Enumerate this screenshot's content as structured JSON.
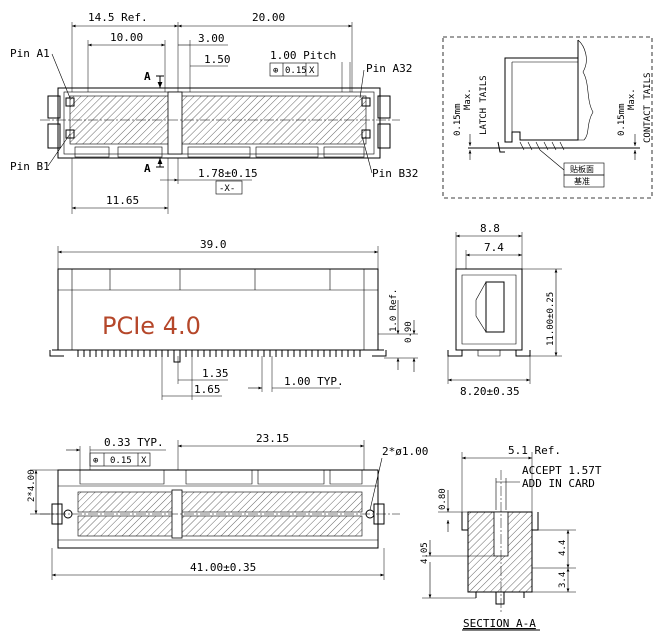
{
  "top_view": {
    "dim_14_5": "14.5 Ref.",
    "dim_20": "20.00",
    "dim_10": "10.00",
    "dim_3": "3.00",
    "dim_1_5": "1.50",
    "pitch": "1.00 Pitch",
    "tol_symbol": "⊕",
    "tol_value": "0.15",
    "tol_datum": "X",
    "section_mark": "A",
    "pin_a1": "Pin A1",
    "pin_a32": "Pin A32",
    "pin_b1": "Pin B1",
    "pin_b32": "Pin B32",
    "dim_1_78": "1.78±0.15",
    "datum_x": "-X-",
    "dim_11_65": "11.65"
  },
  "detail_view": {
    "latch_max": "0.15mm",
    "latch_max2": "Max.",
    "latch_tails": "LATCH TAILS",
    "contact_max": "0.15mm",
    "contact_max2": "Max.",
    "contact_tails": "CONTACT TAILS",
    "label_cn1": "贴板面",
    "label_cn2": "基准"
  },
  "side_view": {
    "dim_39": "39.0",
    "logo": "PCIe 4.0",
    "dim_1_ref": "1.0 Ref.",
    "dim_0_90": "0.90",
    "dim_1_35": "1.35",
    "dim_1_65": "1.65",
    "dim_1_typ": "1.00 TYP."
  },
  "end_view": {
    "dim_8_8": "8.8",
    "dim_7_4": "7.4",
    "dim_11": "11.00±0.25",
    "dim_8_2": "8.20±0.35"
  },
  "bottom_view": {
    "dim_0_33": "0.33 TYP.",
    "dim_23_15": "23.15",
    "dim_2x4": "2*4.00",
    "holes": "2*ø1.00",
    "tol_symbol": "⊕",
    "tol_value": "0.15",
    "tol_datum": "X",
    "dim_41": "41.00±0.35"
  },
  "section": {
    "dim_5_1": "5.1 Ref.",
    "accept1": "ACCEPT 1.57T",
    "accept2": "ADD IN CARD",
    "dim_0_80": "0.80",
    "dim_4_05": "4.05",
    "dim_4_4": "4.4",
    "dim_3_4": "3.4",
    "title": "SECTION A-A"
  }
}
